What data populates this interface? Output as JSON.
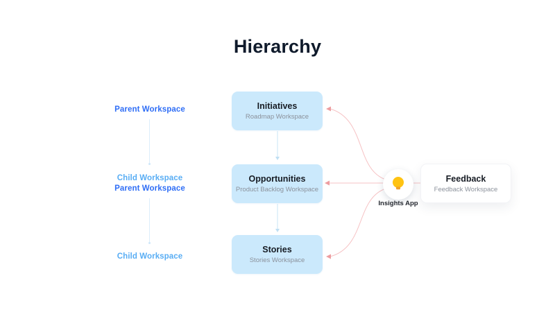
{
  "title": "Hierarchy",
  "left_labels": [
    {
      "label": "Parent Workspace",
      "type": "parent"
    },
    {
      "label": "Child Workspace",
      "type": "child"
    },
    {
      "label": "Parent Workspace",
      "type": "parent"
    },
    {
      "label": "Child Workspace",
      "type": "child"
    }
  ],
  "nodes": [
    {
      "title": "Initiatives",
      "subtitle": "Roadmap Workspace"
    },
    {
      "title": "Opportunities",
      "subtitle": "Product Backlog Workspace"
    },
    {
      "title": "Stories",
      "subtitle": "Stories Workspace"
    }
  ],
  "insights": {
    "label": "Insights App",
    "icon": "lightbulb-icon"
  },
  "feedback": {
    "title": "Feedback",
    "subtitle": "Feedback Workspace"
  },
  "colors": {
    "parent_label_blue": "#2f6ef6",
    "child_label_blue": "#58adf4",
    "node_fill_blue": "#cbe9fc",
    "title_dark": "#0f1a2b",
    "subtitle_gray": "#8b919b",
    "wire_pink": "#f6c2c4",
    "wire_pink_arrow": "#ed9da0",
    "wire_blue": "#c9e4f6",
    "bulb_yellow": "#ffc312",
    "bulb_base_orange": "#f2a32a"
  }
}
